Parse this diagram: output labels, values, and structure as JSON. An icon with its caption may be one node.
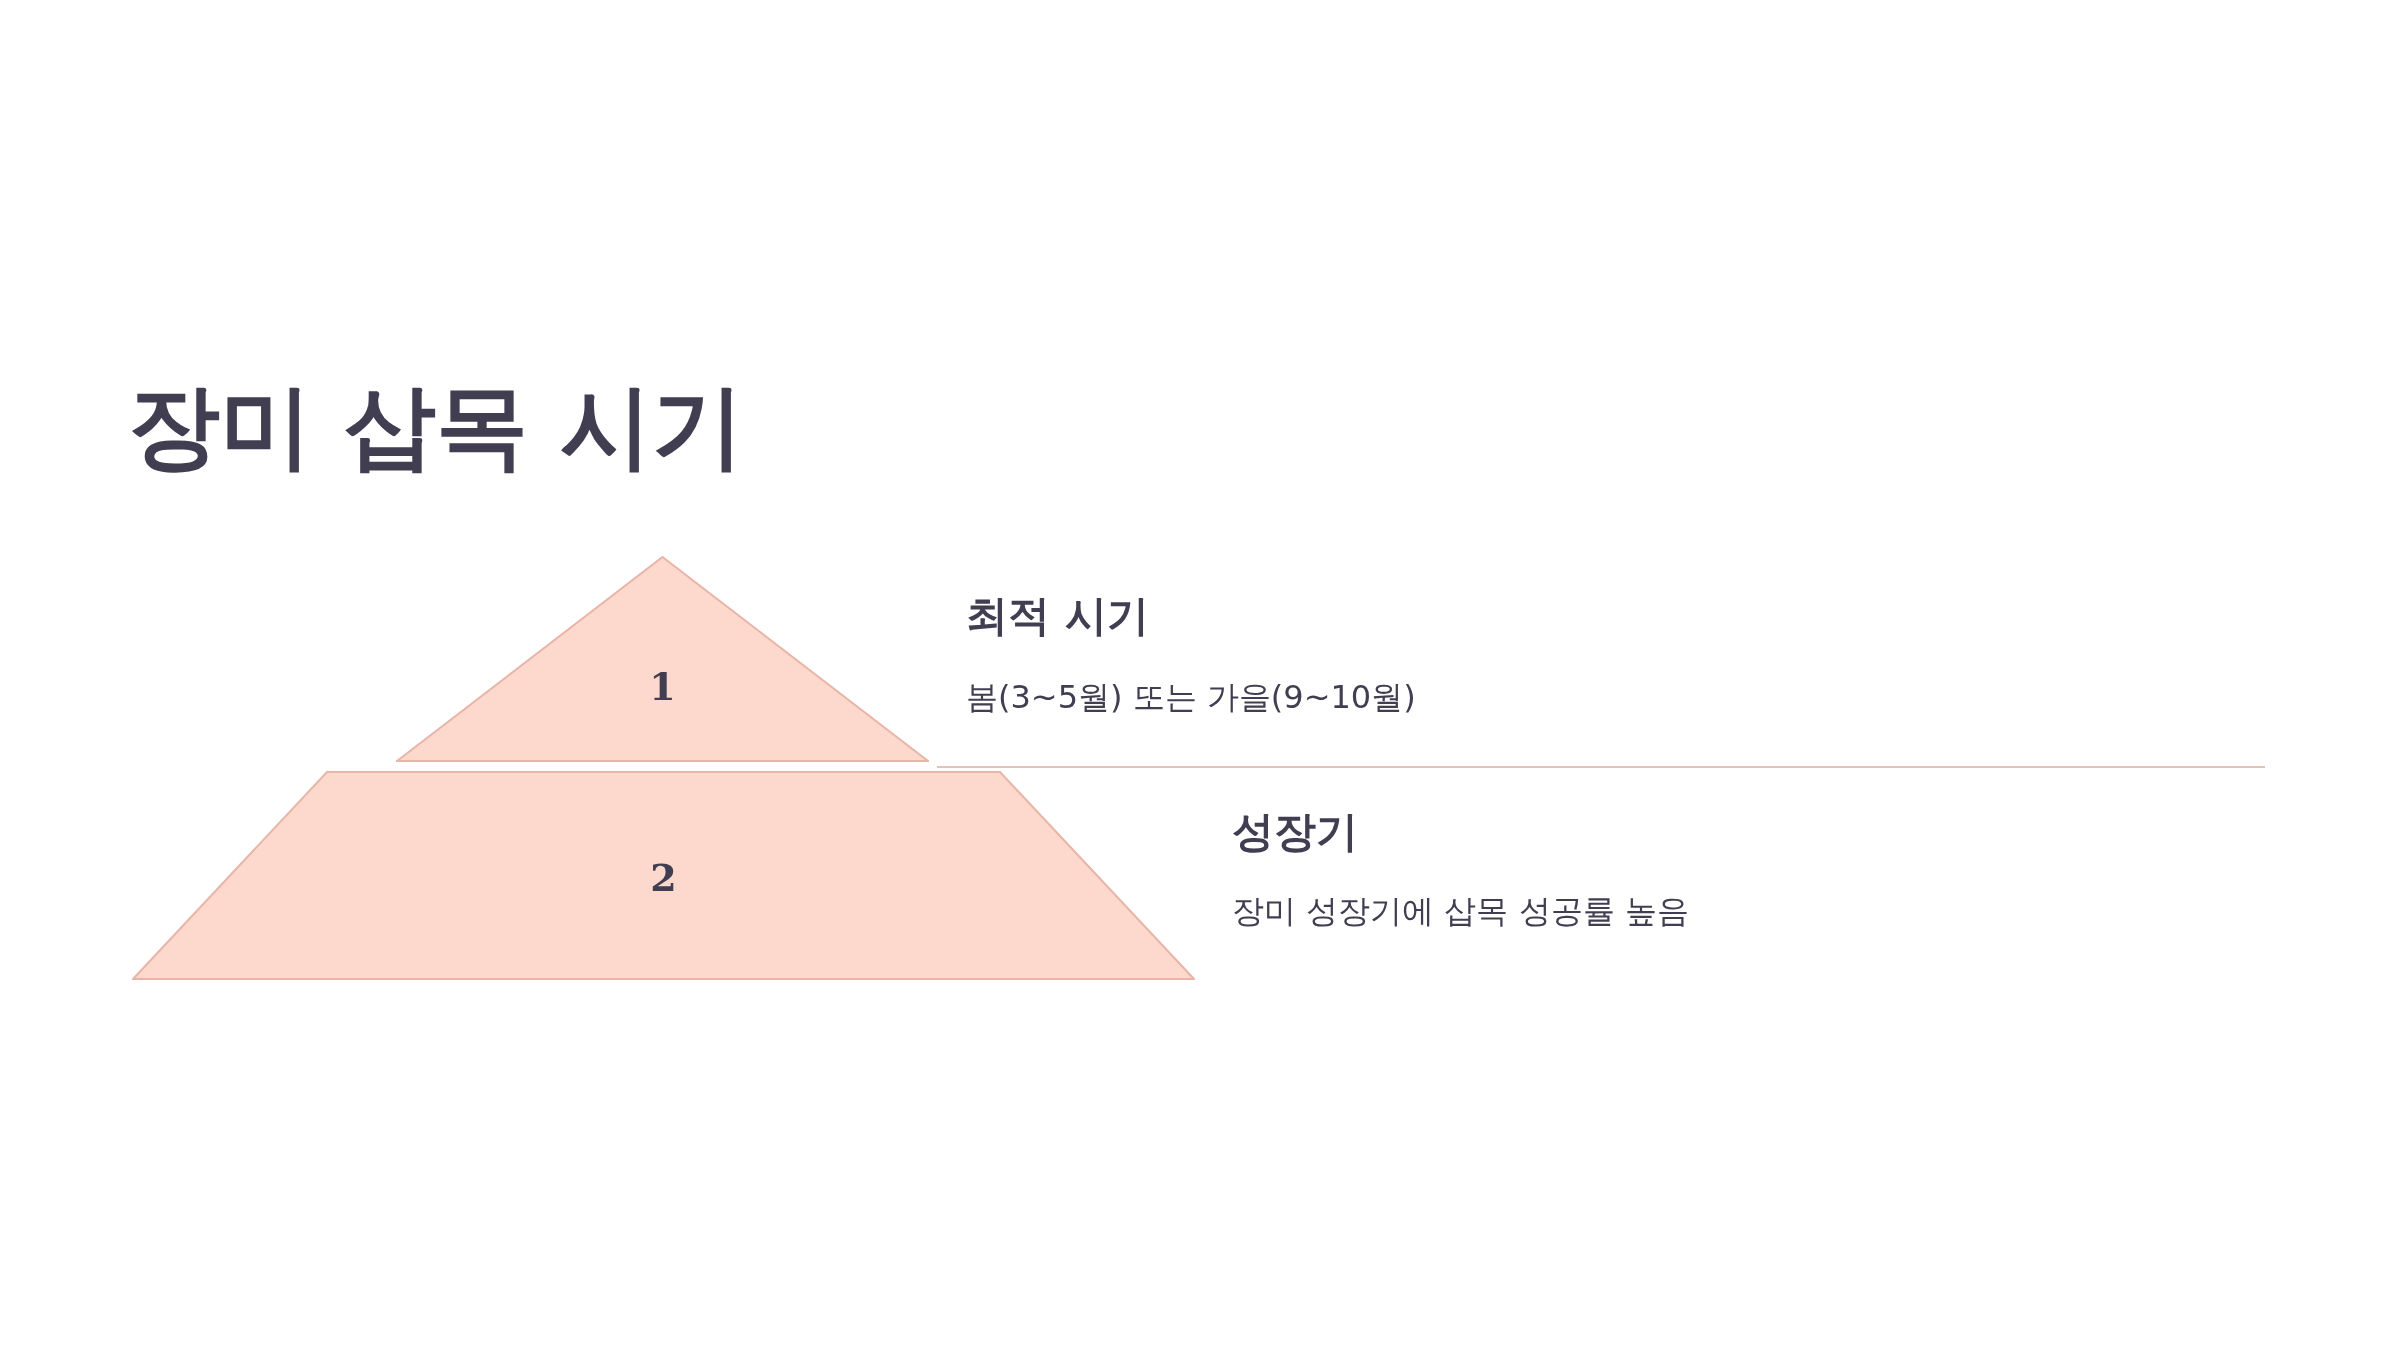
{
  "diagram": {
    "title": "장미 삽목 시기",
    "nodes": [
      {
        "text": [
          "1"
        ],
        "beside": [
          "최적 시기",
          "봄(3~5월) 또는 가을(9~10월)"
        ]
      },
      {
        "text": [
          "2"
        ],
        "beside": [
          "성장기",
          "장미 성장기에 삽목 성공률 높음"
        ]
      }
    ]
  }
}
